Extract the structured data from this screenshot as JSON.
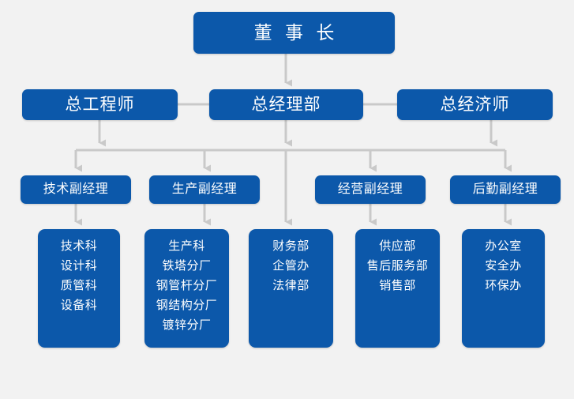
{
  "diagram": {
    "type": "org-chart",
    "background_color": "#f2f2f2",
    "box_color": "#0c58aa",
    "text_color": "#ffffff",
    "connector_color": "#c9c9c9",
    "level1": [
      {
        "id": "chairman",
        "label": "董 事 长"
      }
    ],
    "level2": [
      {
        "id": "chief-engineer",
        "label": "总工程师"
      },
      {
        "id": "general-manager-dept",
        "label": "总经理部"
      },
      {
        "id": "chief-economist",
        "label": "总经济师"
      }
    ],
    "level3": [
      {
        "id": "deputy-manager-technology",
        "label": "技术副经理"
      },
      {
        "id": "deputy-manager-production",
        "label": "生产副经理"
      },
      {
        "id": "deputy-manager-operations",
        "label": "经营副经理"
      },
      {
        "id": "deputy-manager-logistics",
        "label": "后勤副经理"
      }
    ],
    "level4": [
      {
        "id": "panel-technology",
        "items": [
          "技术科",
          "设计科",
          "质管科",
          "设备科"
        ]
      },
      {
        "id": "panel-production",
        "items": [
          "生产科",
          "铁塔分厂",
          "钢管杆分厂",
          "钢结构分厂",
          "镀锌分厂"
        ]
      },
      {
        "id": "panel-finance",
        "items": [
          "财务部",
          "企管办",
          "法律部"
        ]
      },
      {
        "id": "panel-supply",
        "items": [
          "供应部",
          "售后服务部",
          "销售部"
        ]
      },
      {
        "id": "panel-office",
        "items": [
          "办公室",
          "安全办",
          "环保办"
        ]
      }
    ]
  }
}
